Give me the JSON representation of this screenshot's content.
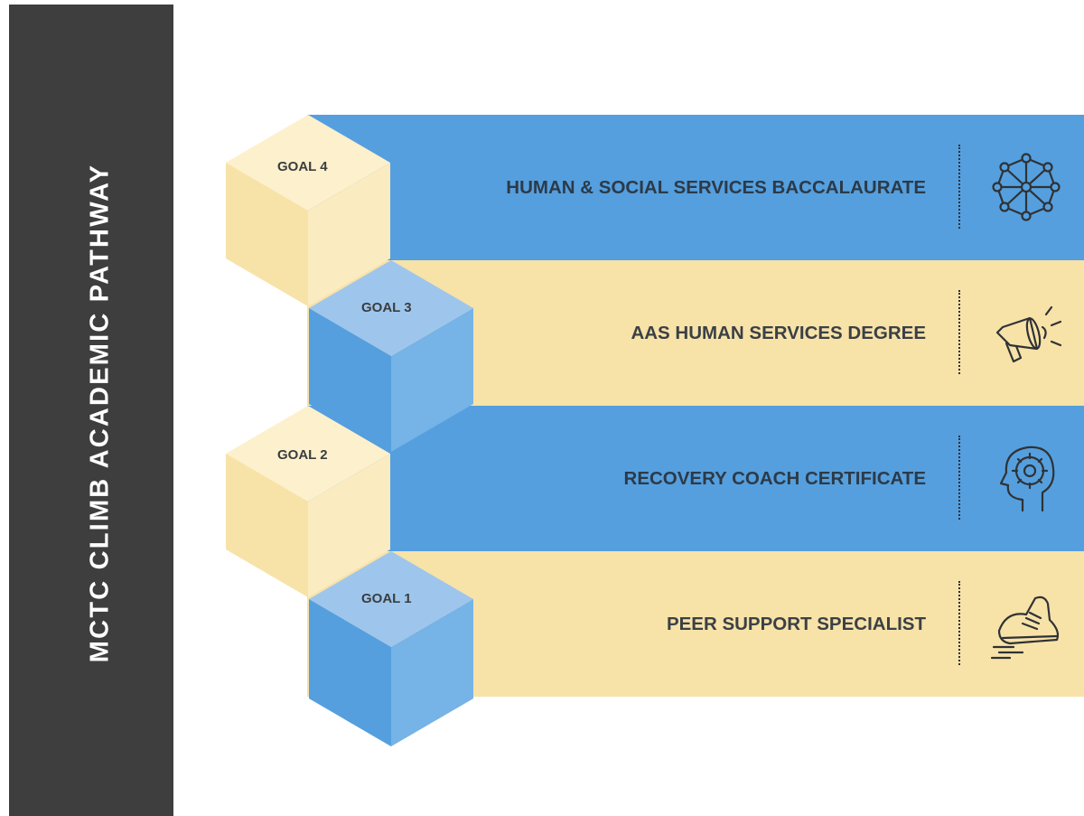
{
  "sidebar": {
    "title": "MCTC CLIMB ACADEMIC PATHWAY"
  },
  "goals": [
    {
      "goal": "GOAL 4",
      "label": "HUMAN & SOCIAL SERVICES BACCALAURATE",
      "icon": "network-icon",
      "band_color": "#559fde",
      "cube_color": "tan"
    },
    {
      "goal": "GOAL 3",
      "label": "AAS HUMAN SERVICES DEGREE",
      "icon": "megaphone-icon",
      "band_color": "#f7e2a8",
      "cube_color": "blue"
    },
    {
      "goal": "GOAL 2",
      "label": "RECOVERY COACH CERTIFICATE",
      "icon": "brain-head-icon",
      "band_color": "#559fde",
      "cube_color": "tan"
    },
    {
      "goal": "GOAL 1",
      "label": "PEER SUPPORT SPECIALIST",
      "icon": "running-shoe-icon",
      "band_color": "#f7e2a8",
      "cube_color": "blue"
    }
  ],
  "colors": {
    "sidebar": "#3e3e3e",
    "blue_band": "#559fde",
    "tan_band": "#f7e2a8",
    "cube_blue_top": "#9ec6ec",
    "cube_blue_left": "#559fde",
    "cube_blue_right": "#76b3e6",
    "cube_tan_top": "#fdf0cc",
    "cube_tan_left": "#f7e2a8",
    "cube_tan_right": "#fbebc0"
  }
}
